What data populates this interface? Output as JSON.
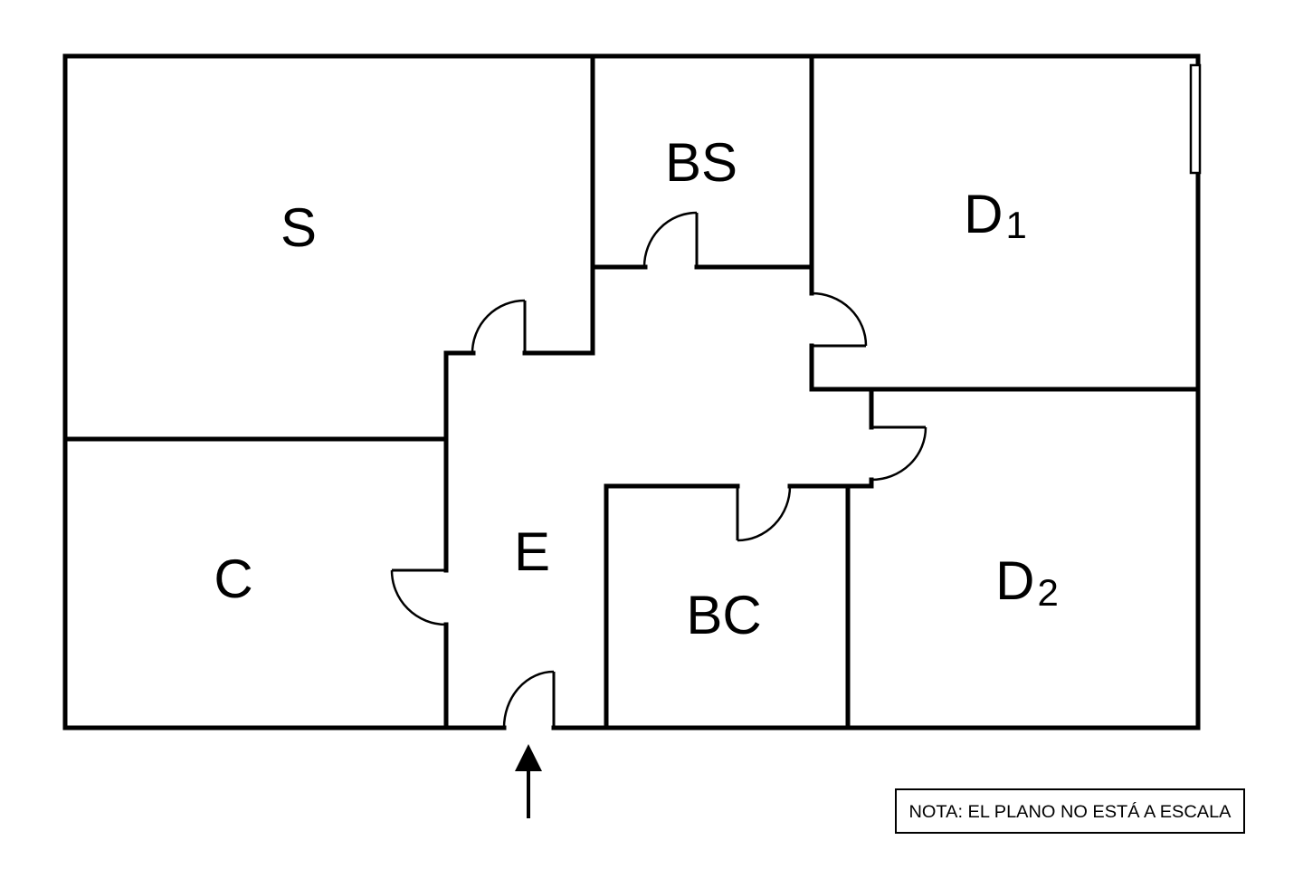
{
  "rooms": {
    "s": {
      "label": "S"
    },
    "bs": {
      "label": "BS"
    },
    "d1": {
      "label": "D",
      "subscript": "1"
    },
    "e": {
      "label": "E"
    },
    "c": {
      "label": "C"
    },
    "bc": {
      "label": "BC"
    },
    "d2": {
      "label": "D",
      "subscript": "2"
    }
  },
  "note": {
    "text": "NOTA: EL PLANO NO ESTÁ A ESCALA"
  },
  "icons": {
    "entrance_marker": "arrow-up-icon"
  },
  "colors": {
    "line": "#000000",
    "background": "#ffffff"
  }
}
